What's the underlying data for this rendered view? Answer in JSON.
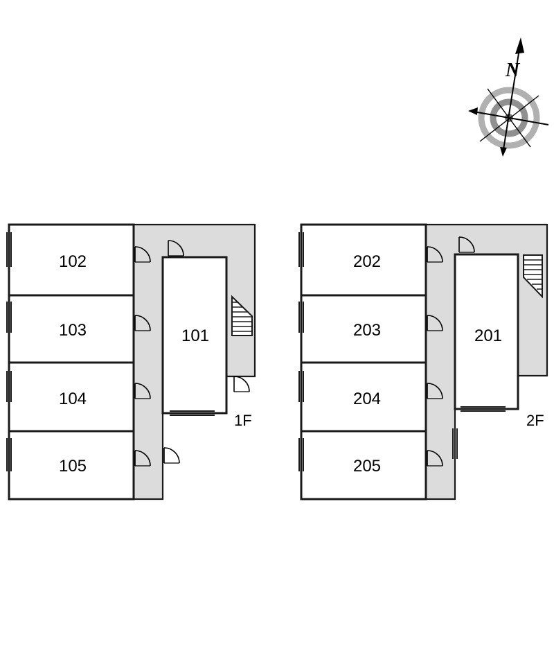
{
  "colors": {
    "wall": "#1a1a1a",
    "corridor": "#dcdcdc",
    "room": "#ffffff",
    "compass_ring": "#b0b0b0"
  },
  "compass": {
    "north_label": "N"
  },
  "floor1": {
    "floor_label": "1F",
    "rooms": {
      "r101": "101",
      "r102": "102",
      "r103": "103",
      "r104": "104",
      "r105": "105"
    }
  },
  "floor2": {
    "floor_label": "2F",
    "rooms": {
      "r201": "201",
      "r202": "202",
      "r203": "203",
      "r204": "204",
      "r205": "205"
    }
  }
}
